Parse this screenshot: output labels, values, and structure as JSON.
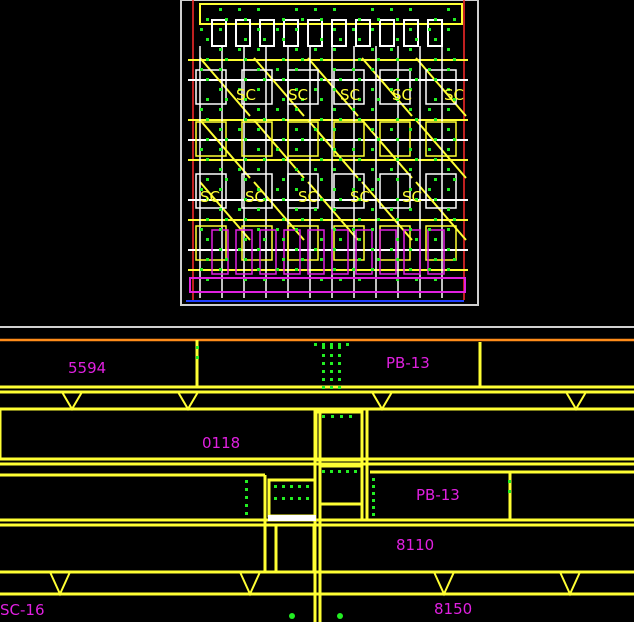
{
  "colors": {
    "background": "#000000",
    "member": "#ffff33",
    "plate": "#ffffff",
    "bolt": "#22ee22",
    "annotation": "#e020e0",
    "border": "#ff2a2a",
    "frame_top": "#ff8c1a",
    "ground": "#2040ff"
  },
  "labels": {
    "mark_5594": "5594",
    "mark_pb13_top": "PB-13",
    "mark_0118": "0118",
    "mark_pb13_mid": "PB-13",
    "mark_8110": "8110",
    "mark_sc16": "SC-16",
    "mark_8150": "8150"
  },
  "overview": {
    "repeat_label": "SC"
  }
}
